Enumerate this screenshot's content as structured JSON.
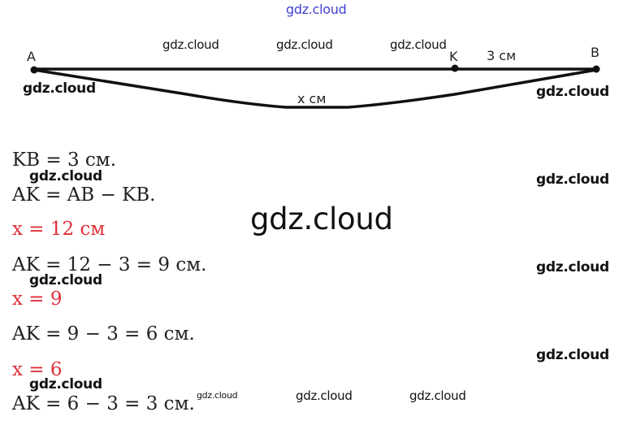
{
  "diagram": {
    "point_a": "A",
    "point_k": "K",
    "point_b": "B",
    "kb_label": "3 см",
    "arc_label": "x см"
  },
  "solution": {
    "lines": [
      {
        "text": "KB = 3 см.",
        "color": "#222222"
      },
      {
        "text": "AK = AB − KB.",
        "color": "#222222"
      },
      {
        "text": "x = 12 см",
        "color": "#e0303a"
      },
      {
        "text": "AK = 12 − 3 = 9 см.",
        "color": "#222222"
      },
      {
        "text": "x = 9",
        "color": "#e0303a"
      },
      {
        "text": "AK = 9 − 3 = 6 см.",
        "color": "#222222"
      },
      {
        "text": "x = 6",
        "color": "#e0303a"
      },
      {
        "text": "AK = 6 − 3 = 3 см.",
        "color": "#222222"
      }
    ]
  },
  "watermarks": [
    "gdz.cloud",
    "gdz.cloud",
    "gdz.cloud",
    "gdz.cloud",
    "gdz.cloud",
    "gdz.cloud",
    "gdz.cloud",
    "gdz.cloud",
    "gdz.cloud",
    "gdz.cloud",
    "gdz.cloud",
    "gdz.cloud",
    "gdz.cloud",
    "gdz.cloud",
    "gdz.cloud"
  ]
}
